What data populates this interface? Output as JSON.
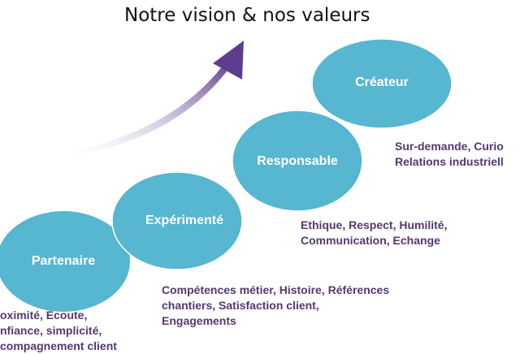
{
  "title": "Notre vision & nos valeurs",
  "colors": {
    "ellipse": "#57b6d0",
    "text": "#54386f",
    "arrow": "#5e3d8f"
  },
  "stages": [
    {
      "label": "Partenaire",
      "values": [
        "oximité, Ecoute,",
        "nfiance, simplicité,",
        "compagnement client"
      ]
    },
    {
      "label": "Expérimenté",
      "values": [
        "Compétences métier, Histoire, Références",
        "chantiers, Satisfaction client,",
        "Engagements"
      ]
    },
    {
      "label": "Responsable",
      "values": [
        "Ethique, Respect, Humilité,",
        "Communication, Echange"
      ]
    },
    {
      "label": "Créateur",
      "values": [
        "Sur-demande, Curio",
        "Relations industriell"
      ]
    }
  ]
}
